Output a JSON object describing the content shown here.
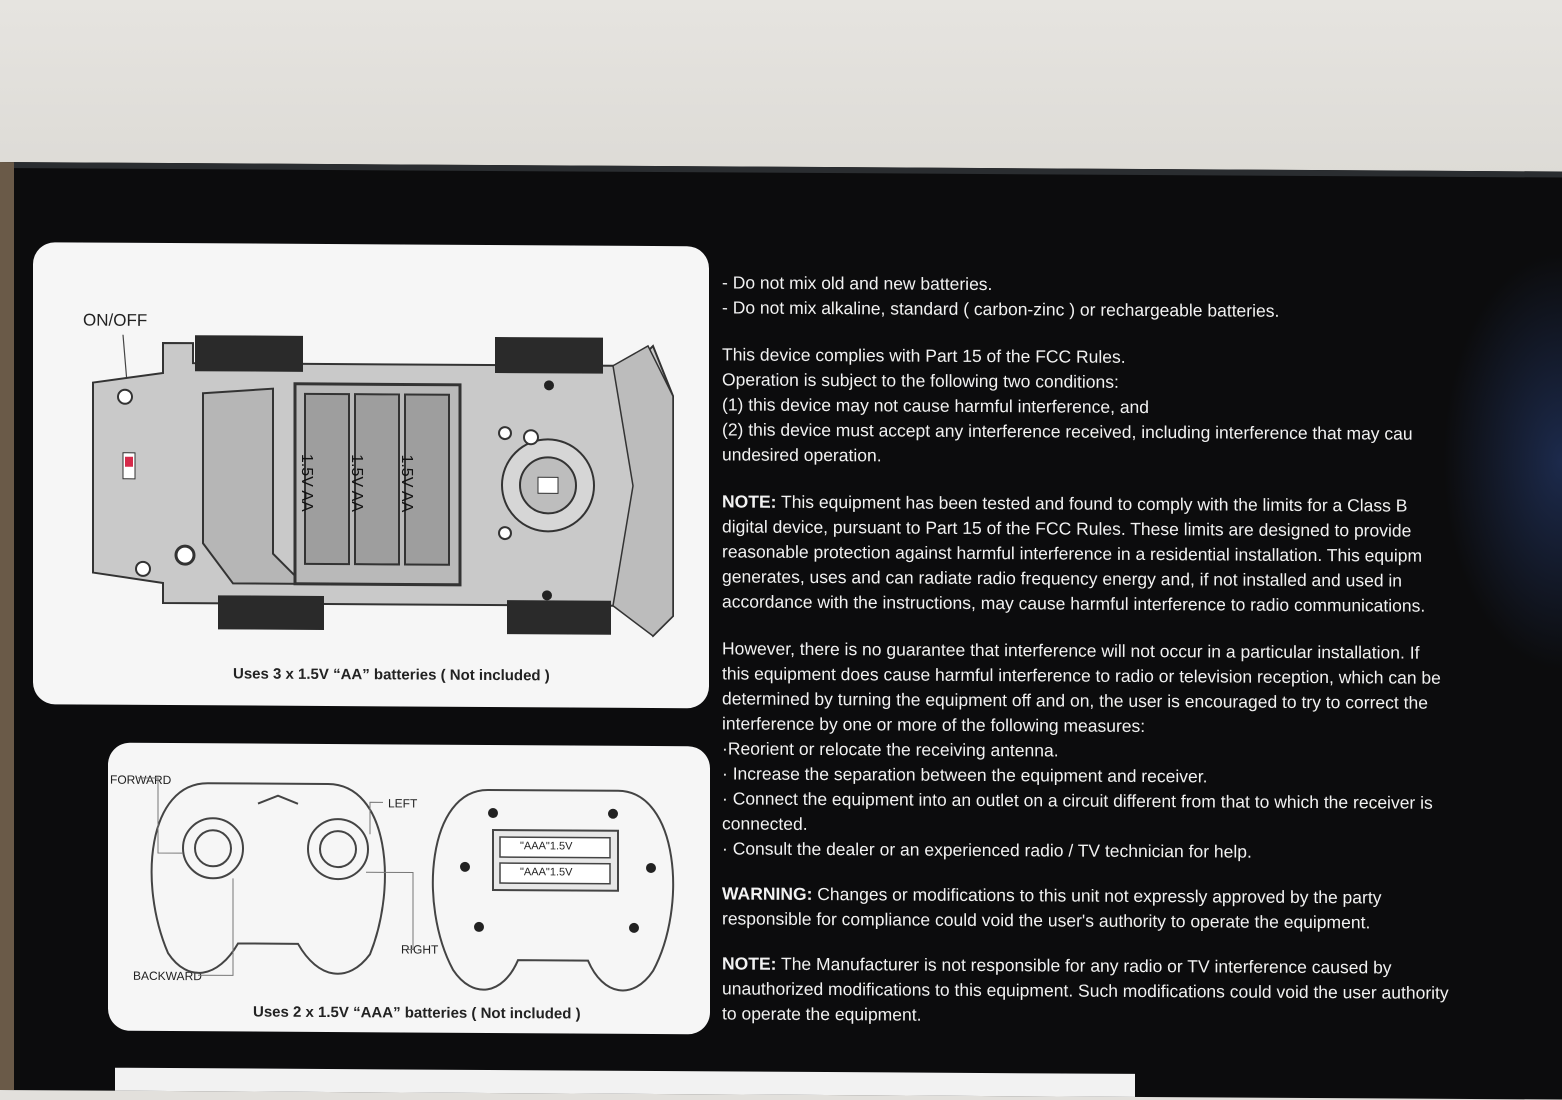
{
  "diagram1": {
    "on_off_label": "ON/OFF",
    "battery_labels": [
      "1.5V AA",
      "1.5V AA",
      "1.5V AA"
    ],
    "caption": "Uses 3 x 1.5V “AA” batteries ( Not included )"
  },
  "diagram2": {
    "forward_label": "FORWARD",
    "left_label": "LEFT",
    "right_label": "RIGHT",
    "backward_label": "BACKWARD",
    "battery_labels": [
      "\"AAA\"1.5V",
      "\"AAA\"1.5V"
    ],
    "caption": "Uses 2 x 1.5V “AAA” batteries ( Not included )"
  },
  "instructions": {
    "battery_warnings": [
      "- Do not mix old and new batteries.",
      "- Do not mix alkaline, standard ( carbon-zinc ) or rechargeable batteries."
    ],
    "fcc_statement": [
      "This device complies with Part 15 of the FCC Rules.",
      "Operation is subject to the following two conditions:",
      "(1) this device may not cause harmful interference, and",
      "(2) this device must accept any interference received, including interference that may cau",
      "undesired operation."
    ],
    "note1_label": "NOTE:",
    "note1_lines": [
      " This equipment has been tested and found to comply with the limits for a Class B",
      "digital device, pursuant to Part 15 of the FCC Rules. These limits are designed to provide",
      "reasonable protection against harmful interference in a residential installation. This equipm",
      "generates, uses and can radiate radio frequency energy and, if not installed and used in",
      "accordance with the instructions, may cause harmful interference to radio communications."
    ],
    "however_lines": [
      "However, there is no guarantee that interference will not occur in a particular installation. If",
      "this equipment does cause harmful interference to radio or television reception, which can be",
      "determined by turning the equipment off and on, the user is encouraged to try to correct the",
      "interference by one or more of the following measures:",
      "·Reorient or relocate the receiving antenna.",
      "· Increase the separation between the equipment and receiver.",
      "· Connect the equipment into an outlet on a circuit different from that to which the receiver is",
      "connected.",
      "· Consult the dealer or an experienced radio / TV technician for help."
    ],
    "warning_label": "WARNING:",
    "warning_lines": [
      " Changes or modifications to this unit not expressly approved by the party",
      "responsible for compliance could void the user's authority to operate the equipment."
    ],
    "note2_label": "NOTE:",
    "note2_lines": [
      " The Manufacturer is not responsible for any radio or TV interference caused by",
      "unauthorized modifications to this equipment. Such modifications could void the user authority",
      "to operate the equipment."
    ]
  }
}
